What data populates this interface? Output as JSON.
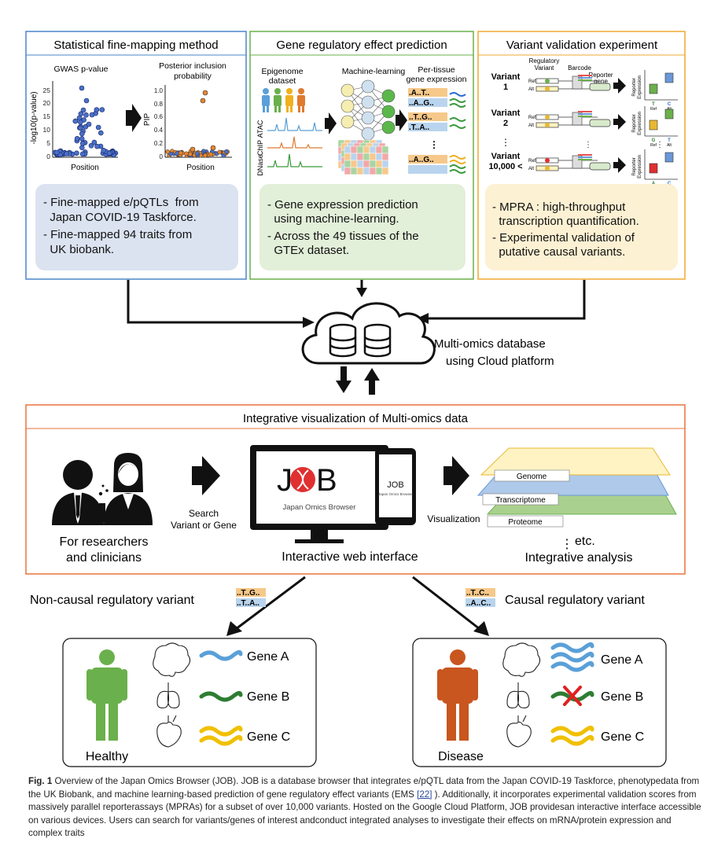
{
  "panel1": {
    "title": "Statistical fine-mapping method",
    "plot_left": {
      "title": "GWAS p-value",
      "ylabel": "-log10(p-value)",
      "xlabel": "Position",
      "yticks": [
        "25",
        "20",
        "15",
        "10",
        "5",
        "0"
      ]
    },
    "plot_right": {
      "title_line1": "Posterior inclusion",
      "title_line2": "probability",
      "ylabel": "PIP",
      "xlabel": "Position",
      "yticks": [
        "1.0",
        "0.8",
        "0.6",
        "0.4",
        "0.2",
        "0"
      ]
    },
    "box_lines": [
      "- Fine-mapped e/pQTLs  from",
      "  Japan COVID-19 Taskforce.",
      "- Fine-mapped 94 traits from",
      "  UK biobank."
    ],
    "color": "#4a86c8"
  },
  "panel2": {
    "title": "Gene regulatory effect prediction",
    "epigenome_line1": "Epigenome",
    "epigenome_line2": "dataset",
    "ml_label": "Machine-learning",
    "pertissue_line1": "Per-tissue",
    "pertissue_line2": "gene expression",
    "track_labels": [
      "ATAC",
      "ChIP",
      "DNase"
    ],
    "seq_lines": [
      ".A..T..",
      "..A..G..",
      "..T..G..",
      ".T..A..",
      "..A..G.."
    ],
    "box_lines": [
      "- Gene expression prediction",
      "  using machine-learning.",
      "- Across the 49 tissues of the",
      "  GTEx dataset."
    ],
    "color": "#6ab04c"
  },
  "panel3": {
    "title": "Variant validation experiment",
    "variants": [
      {
        "l1": "Variant",
        "l2": "1"
      },
      {
        "l1": "Variant",
        "l2": "2"
      },
      {
        "l1": "Variant",
        "l2": "10,000 <"
      }
    ],
    "vdots": "⋮",
    "header_regvar": [
      "Regulatory",
      "Variant"
    ],
    "header_barcode": "Barcode",
    "header_reporter": [
      "Reporter",
      "gene"
    ],
    "ref": "Ref",
    "alt": "Alt",
    "reporter_expr": [
      "Reporter",
      "Expression"
    ],
    "allele_pairs": [
      [
        "T",
        "C"
      ],
      [
        "G",
        "T"
      ],
      [
        "A",
        "C"
      ]
    ],
    "box_lines": [
      "- MPRA : high-throughput",
      "  transcription quantification.",
      "- Experimental validation of",
      "  putative causal variants."
    ],
    "color": "#f0a830"
  },
  "cloud": {
    "label_line1": "Multi-omics database",
    "label_line2": "using Cloud platform"
  },
  "integrative": {
    "title": "Integrative visualization of Multi-omics data",
    "researchers_line1": "For researchers",
    "researchers_line2": "and clinicians",
    "search_line1": "Search",
    "search_line2": "Variant or Gene",
    "logo_text": "JOB",
    "logo_sub": "Japan Omics Browser",
    "web_label": "Interactive web interface",
    "visualization": "Visualization",
    "layers": [
      "Genome",
      "Transcriptome",
      "Proteome"
    ],
    "etc": "etc.",
    "integrative_analysis": "Integrative analysis"
  },
  "noncausal": {
    "label": "Non-causal regulatory variant",
    "seq1": "..T..G..",
    "seq2": "..T..A.."
  },
  "causal": {
    "label": "Causal regulatory variant",
    "seq1": "..T..C..",
    "seq2": "..A..C.."
  },
  "healthy": {
    "label": "Healthy",
    "genes": [
      "Gene A",
      "Gene B",
      "Gene C"
    ]
  },
  "disease": {
    "label": "Disease",
    "genes": [
      "Gene A",
      "Gene B",
      "Gene C"
    ]
  },
  "caption": {
    "fig": "Fig. 1",
    "text1": "  Overview of the Japan Omics Browser (JOB). JOB is a database browser that integrates e/pQTL data from the Japan COVID-19 Taskforce, phenotypedata from the UK Biobank, and machine learning-based prediction of gene regulatory effect variants (EMS ",
    "ref": "[22]",
    "text2": " ). Additionally, it incorporates experimental validation scores from massively parallel reporterassays (MPRAs) for a subset of over 10,000 variants. Hosted on the Google Cloud Platform, JOB providesan interactive interface accessible on various devices. Users can search for variants/genes of interest andconduct integrated analyses to investigate their effects on mRNA/protein expression and complex traits"
  }
}
